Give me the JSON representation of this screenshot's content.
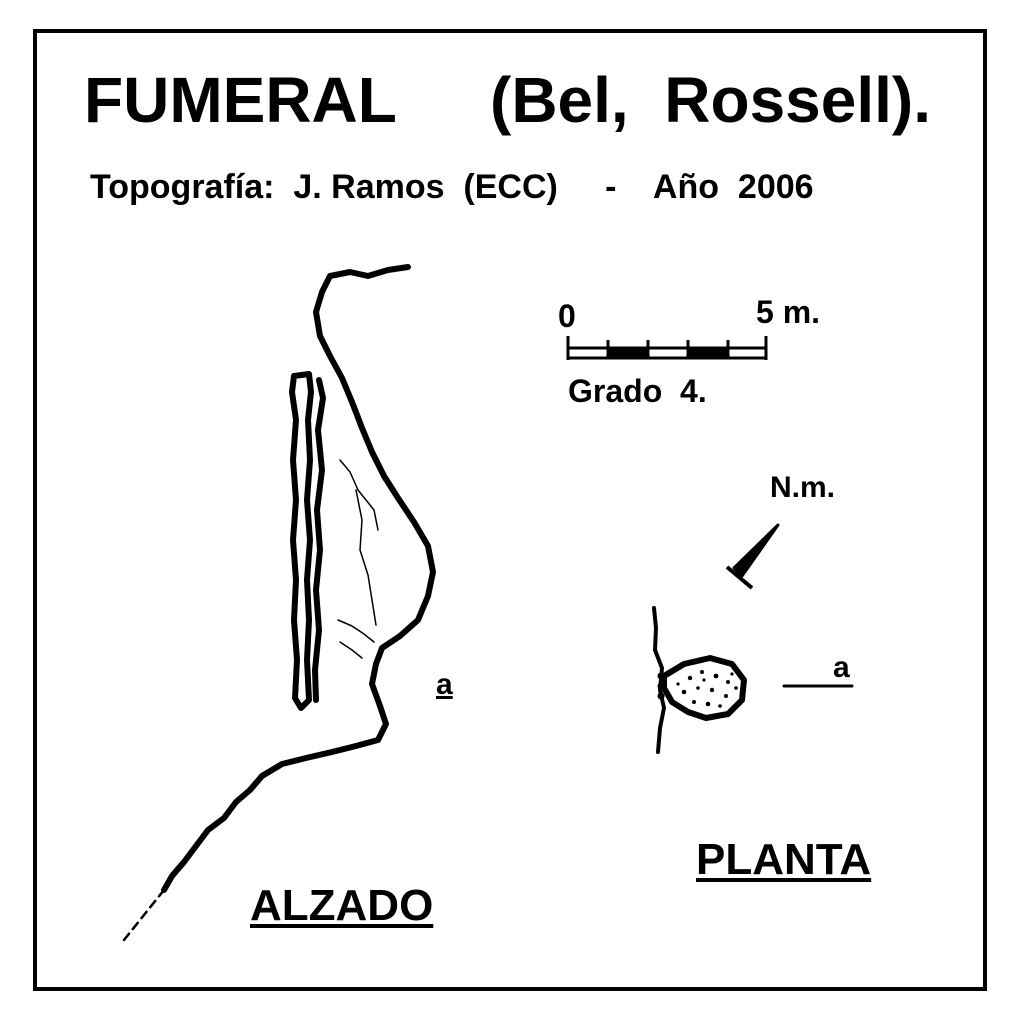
{
  "header": {
    "title": "FUMERAL",
    "location": "(Bel,  Rossell).",
    "credits": "Topografía:  J. Ramos  (ECC)     -    Año  2006"
  },
  "scale": {
    "start_label": "0",
    "end_label": "5 m.",
    "grade": "Grado  4.",
    "segments": 5
  },
  "north": {
    "label": "N.m."
  },
  "views": {
    "elevation_label": "ALZADO",
    "plan_label": "PLANTA",
    "section_marker_elevation": "a",
    "section_marker_plan": "a"
  },
  "colors": {
    "ink": "#000000",
    "paper": "#ffffff"
  }
}
